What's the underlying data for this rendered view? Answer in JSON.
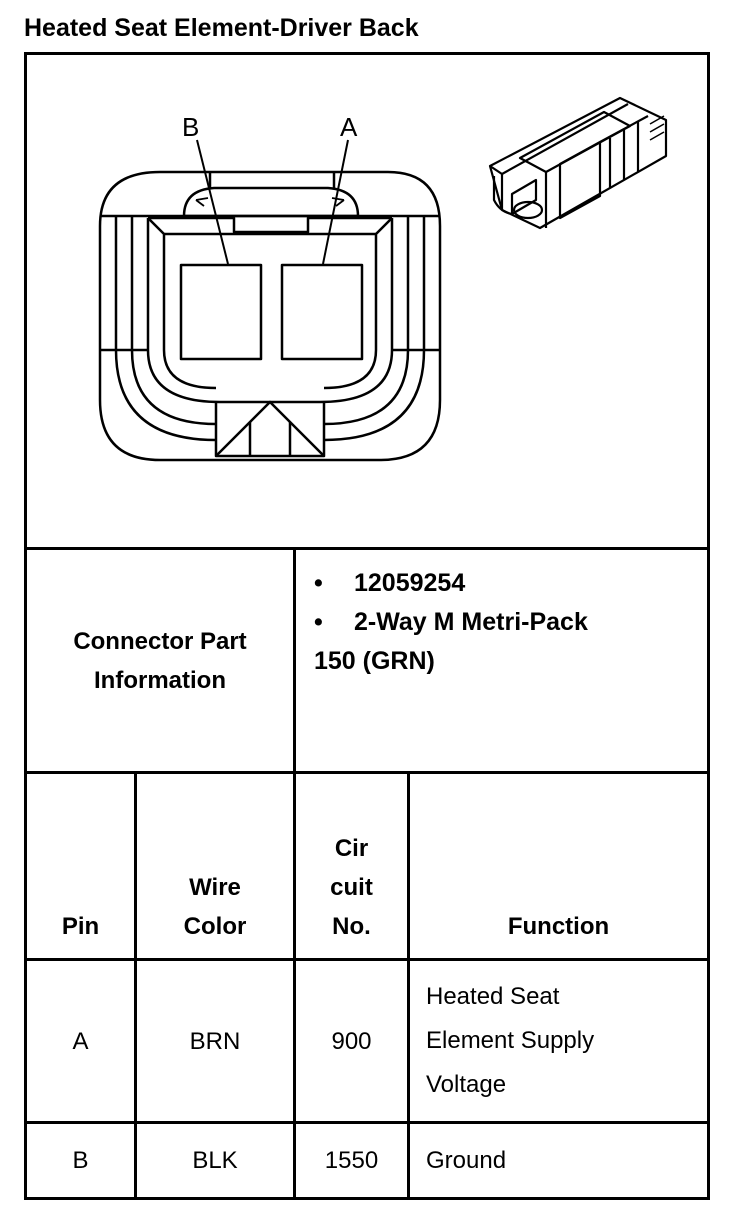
{
  "title": "Heated Seat Element-Driver Back",
  "diagram": {
    "pin_labels": [
      "B",
      "A"
    ]
  },
  "connector_info": {
    "label_lines": [
      "Connector Part",
      "Information"
    ],
    "bullets": [
      "12059254",
      "2-Way M Metri-Pack"
    ],
    "continuation": "150 (GRN)",
    "bullet_glyph": "•"
  },
  "table": {
    "headers": {
      "pin": [
        "Pin"
      ],
      "wire_color": [
        "Wire",
        "Color"
      ],
      "circuit_no": [
        "Cir",
        "cuit",
        "No."
      ],
      "function": [
        "Function"
      ]
    },
    "rows": [
      {
        "pin": "A",
        "wire_color": "BRN",
        "circuit_no": "900",
        "function": [
          "Heated Seat",
          "Element Supply",
          "Voltage"
        ]
      },
      {
        "pin": "B",
        "wire_color": "BLK",
        "circuit_no": "1550",
        "function": [
          "Ground"
        ]
      }
    ]
  }
}
